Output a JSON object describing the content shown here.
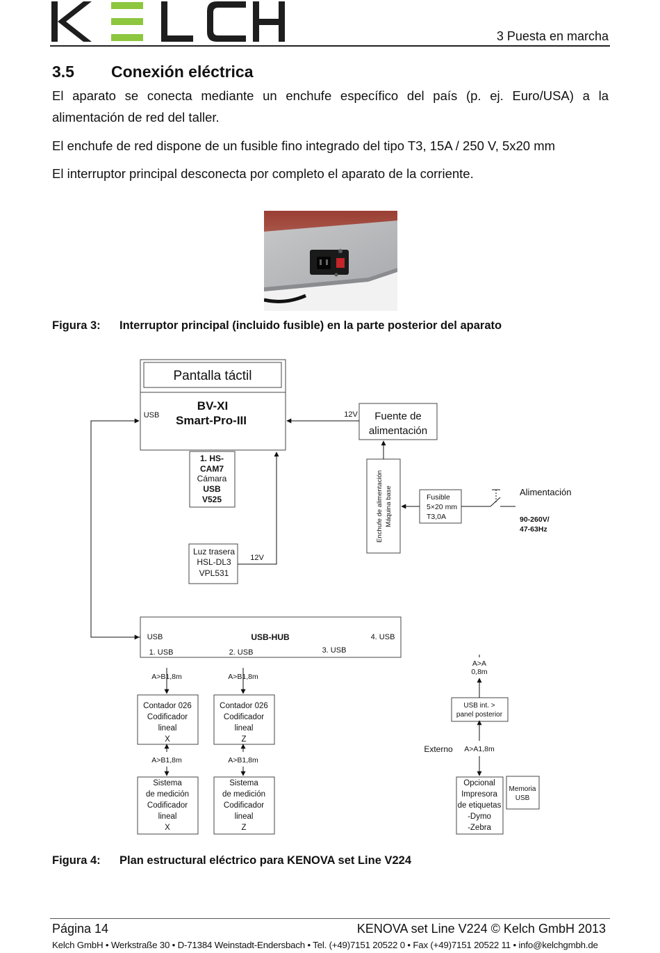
{
  "header": {
    "logo_text": "KELCH",
    "chapter": "3 Puesta en marcha"
  },
  "section": {
    "number": "3.5",
    "title": "Conexión eléctrica"
  },
  "paragraphs": [
    "El aparato se conecta mediante un enchufe específico del país (p. ej. Euro/USA) a la alimentación de red del taller.",
    "El enchufe de red dispone de un fusible fino integrado del tipo T3, 15A / 250 V, 5x20 mm",
    "El interruptor principal desconecta por completo el aparato de la corriente."
  ],
  "figure3": {
    "label": "Figura 3:",
    "caption": "Interruptor principal (incluido fusible) en la parte posterior del aparato"
  },
  "diagram": {
    "pantalla": "Pantalla táctil",
    "bv_line1": "BV-XI",
    "bv_line2": "Smart-Pro-III",
    "bv_usb": "USB",
    "v12_top": "12V",
    "fuente_line1": "Fuente de",
    "fuente_line2": "alimentación",
    "hs_line1": "1. HS-",
    "hs_line2": "CAM7",
    "hs_line3": "Cámara",
    "hs_line4": "USB",
    "hs_line5": "V525",
    "enchufe_line1": "Enchufe de alimentación",
    "enchufe_line2": "Máquina base",
    "fusible_line1": "Fusible",
    "fusible_line2": "5×20 mm",
    "fusible_line3": "T3,0A",
    "alimentacion": "Alimentación",
    "volt": "90-260V/",
    "hz": "47-63Hz",
    "luz_line1": "Luz trasera",
    "luz_line2": "HSL-DL3",
    "luz_line3": "VPL531",
    "v12_luz": "12V",
    "hub_usb": "USB",
    "hub_title": "USB-HUB",
    "hub_4usb": "4. USB",
    "hub_1usb": "1. USB",
    "hub_2usb": "2. USB",
    "hub_3usb": "3. USB",
    "ab18_a": "A>B1,8m",
    "ab18_b": "A>B1,8m",
    "ab18_c": "A>B1,8m",
    "ab18_d": "A>B1,8m",
    "aa_line1": "A>A",
    "aa_line2": "0,8m",
    "contx_line1": "Contador 026",
    "contx_line2": "Codificador",
    "contx_line3": "lineal",
    "contx_line4": "X",
    "contz_line1": "Contador 026",
    "contz_line2": "Codificador",
    "contz_line3": "lineal",
    "contz_line4": "Z",
    "usbint_line1": "USB int. >",
    "usbint_line2": "panel posterior",
    "externo": "Externo",
    "aa18": "A>A1,8m",
    "sisx_line1": "Sistema",
    "sisx_line2": "de medición",
    "sisx_line3": "Codificador",
    "sisx_line4": "lineal",
    "sisx_line5": "X",
    "sisz_line1": "Sistema",
    "sisz_line2": "de medición",
    "sisz_line3": "Codificador",
    "sisz_line4": "lineal",
    "sisz_line5": "Z",
    "opc_line1": "Opcional",
    "opc_line2": "Impresora",
    "opc_line3": "de etiquetas",
    "opc_line4": "-Dymo",
    "opc_line5": "-Zebra",
    "mem_line1": "Memoria",
    "mem_line2": "USB"
  },
  "figure4": {
    "label": "Figura 4:",
    "caption": "Plan estructural eléctrico para KENOVA set Line V224"
  },
  "footer": {
    "page": "Página 14",
    "doc": "KENOVA set Line V224 © Kelch GmbH 2013",
    "address": "Kelch GmbH  •  Werkstraße 30  •  D-71384 Weinstadt-Endersbach  •  Tel. (+49)7151 20522 0 • Fax (+49)7151 20522 11 •  info@kelchgmbh.de"
  },
  "colors": {
    "logo_dark": "#1e1e1e",
    "logo_green": "#8dc63f",
    "photo_red": "#a0453a",
    "text": "#111111"
  }
}
